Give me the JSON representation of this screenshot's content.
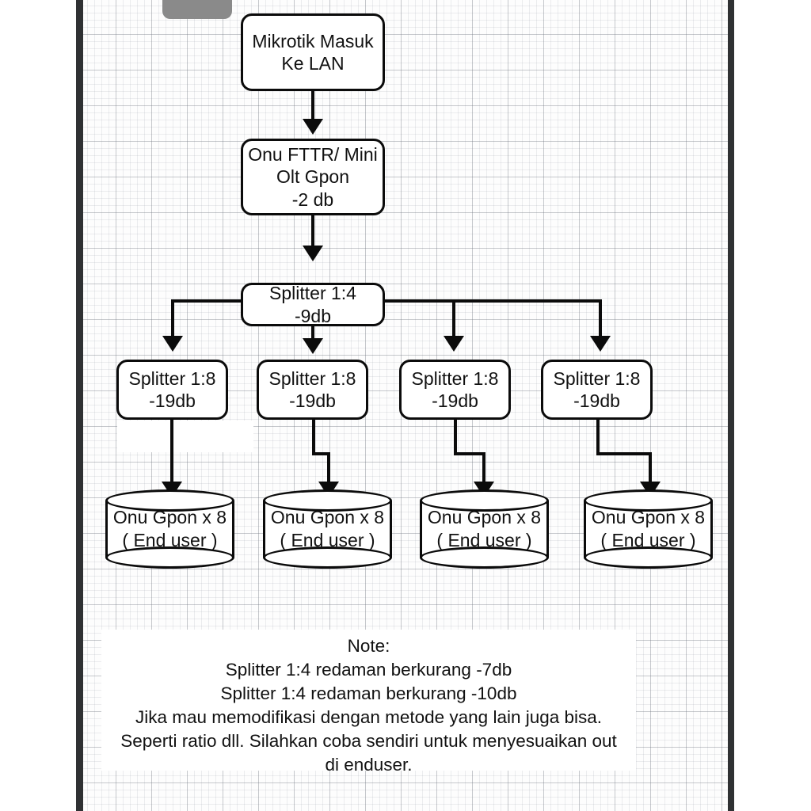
{
  "app": {
    "type": "flowchart-diagram-viewer",
    "background": "#fdfdfd",
    "grid_color": "#9aa0aa",
    "stroke_color": "#0b0b0b"
  },
  "toolbar": {
    "menu_button_label": "",
    "zoom_in_label": "",
    "zoom_out_label": "",
    "zoom_in_icon": "magnifier-plus-icon",
    "zoom_out_icon": "magnifier-minus-icon"
  },
  "diagram": {
    "title": "Mikrotik GPON Splitter Topology",
    "nodes": [
      {
        "id": "n1",
        "shape": "rounded-rect",
        "label": "Mikrotik Masuk\nKe LAN"
      },
      {
        "id": "n2",
        "shape": "rounded-rect",
        "label": "Onu FTTR/ Mini\nOlt Gpon\n-2 db"
      },
      {
        "id": "n3",
        "shape": "rounded-rect",
        "label": "Splitter 1:4\n-9db"
      },
      {
        "id": "s1",
        "shape": "rounded-rect",
        "label": "Splitter 1:8\n-19db"
      },
      {
        "id": "s2",
        "shape": "rounded-rect",
        "label": "Splitter 1:8\n-19db"
      },
      {
        "id": "s3",
        "shape": "rounded-rect",
        "label": "Splitter 1:8\n-19db"
      },
      {
        "id": "s4",
        "shape": "rounded-rect",
        "label": "Splitter 1:8\n-19db"
      },
      {
        "id": "d1",
        "shape": "cylinder",
        "label": "Onu Gpon x 8\n( End user )"
      },
      {
        "id": "d2",
        "shape": "cylinder",
        "label": "Onu Gpon x 8\n( End user )"
      },
      {
        "id": "d3",
        "shape": "cylinder",
        "label": "Onu Gpon x 8\n( End user )"
      },
      {
        "id": "d4",
        "shape": "cylinder",
        "label": "Onu Gpon x 8\n( End user )"
      }
    ],
    "edges": [
      {
        "from": "n1",
        "to": "n2",
        "arrow": true
      },
      {
        "from": "n2",
        "to": "n3",
        "arrow": true
      },
      {
        "from": "n3",
        "to": "s1",
        "arrow": true
      },
      {
        "from": "n3",
        "to": "s2",
        "arrow": true
      },
      {
        "from": "n3",
        "to": "s3",
        "arrow": true
      },
      {
        "from": "n3",
        "to": "s4",
        "arrow": true
      },
      {
        "from": "s1",
        "to": "d1",
        "arrow": true
      },
      {
        "from": "s2",
        "to": "d2",
        "arrow": true
      },
      {
        "from": "s3",
        "to": "d3",
        "arrow": true
      },
      {
        "from": "s4",
        "to": "d4",
        "arrow": true
      }
    ]
  },
  "note": {
    "text": "Note:\nSplitter 1:4 redaman berkurang -7db\nSplitter 1:4 redaman berkurang -10db\nJika mau memodifikasi dengan metode yang lain juga bisa.\nSeperti ratio dll. Silahkan coba sendiri untuk menyesuaikan out\ndi enduser."
  }
}
